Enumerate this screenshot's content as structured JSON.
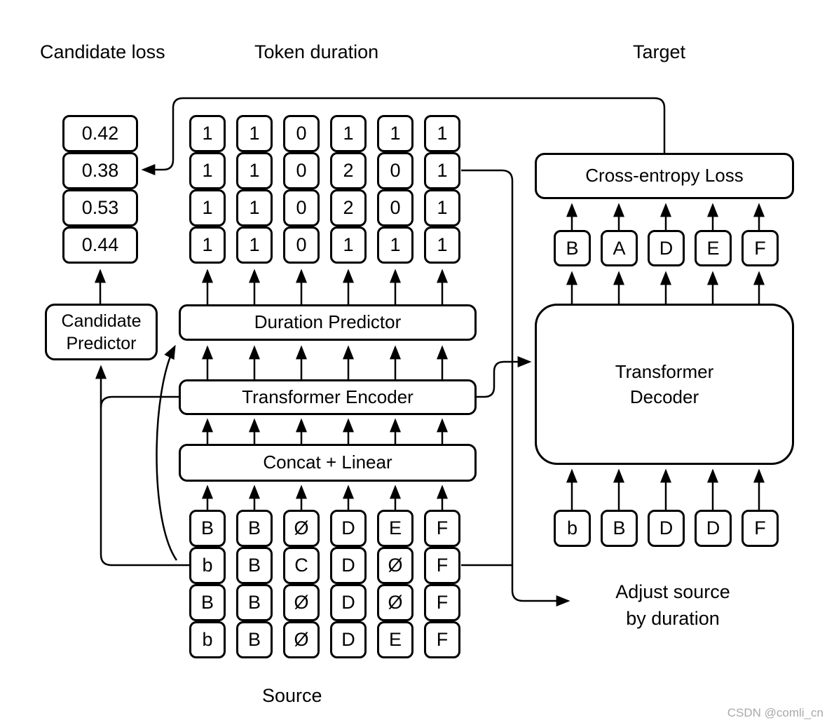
{
  "labels": {
    "candidate_loss": "Candidate loss",
    "token_duration": "Token duration",
    "target": "Target",
    "source": "Source",
    "adjust_source": {
      "line1": "Adjust source",
      "line2": "by duration"
    },
    "watermark": "CSDN @comli_cn"
  },
  "candidate_loss_values": [
    "0.42",
    "0.38",
    "0.53",
    "0.44"
  ],
  "token_duration_rows": [
    [
      "1",
      "1",
      "0",
      "1",
      "1",
      "1"
    ],
    [
      "1",
      "1",
      "0",
      "2",
      "0",
      "1"
    ],
    [
      "1",
      "1",
      "0",
      "2",
      "0",
      "1"
    ],
    [
      "1",
      "1",
      "0",
      "1",
      "1",
      "1"
    ]
  ],
  "source_rows": [
    [
      "B",
      "B",
      "Ø",
      "D",
      "E",
      "F"
    ],
    [
      "b",
      "B",
      "C",
      "D",
      "Ø",
      "F"
    ],
    [
      "B",
      "B",
      "Ø",
      "D",
      "Ø",
      "F"
    ],
    [
      "b",
      "B",
      "Ø",
      "D",
      "E",
      "F"
    ]
  ],
  "target_tokens": [
    "B",
    "A",
    "D",
    "E",
    "F"
  ],
  "decoder_inputs": [
    "b",
    "B",
    "D",
    "D",
    "F"
  ],
  "blocks": {
    "candidate_predictor": {
      "line1": "Candidate",
      "line2": "Predictor"
    },
    "duration_predictor": "Duration Predictor",
    "transformer_encoder": "Transformer Encoder",
    "concat_linear": "Concat + Linear",
    "cross_entropy": "Cross-entropy Loss",
    "transformer_decoder": {
      "line1": "Transformer",
      "line2": "Decoder"
    }
  },
  "colors": {
    "line": "#000000",
    "box_border": "#000000",
    "background": "#ffffff",
    "watermark": "#a9a9a9"
  }
}
